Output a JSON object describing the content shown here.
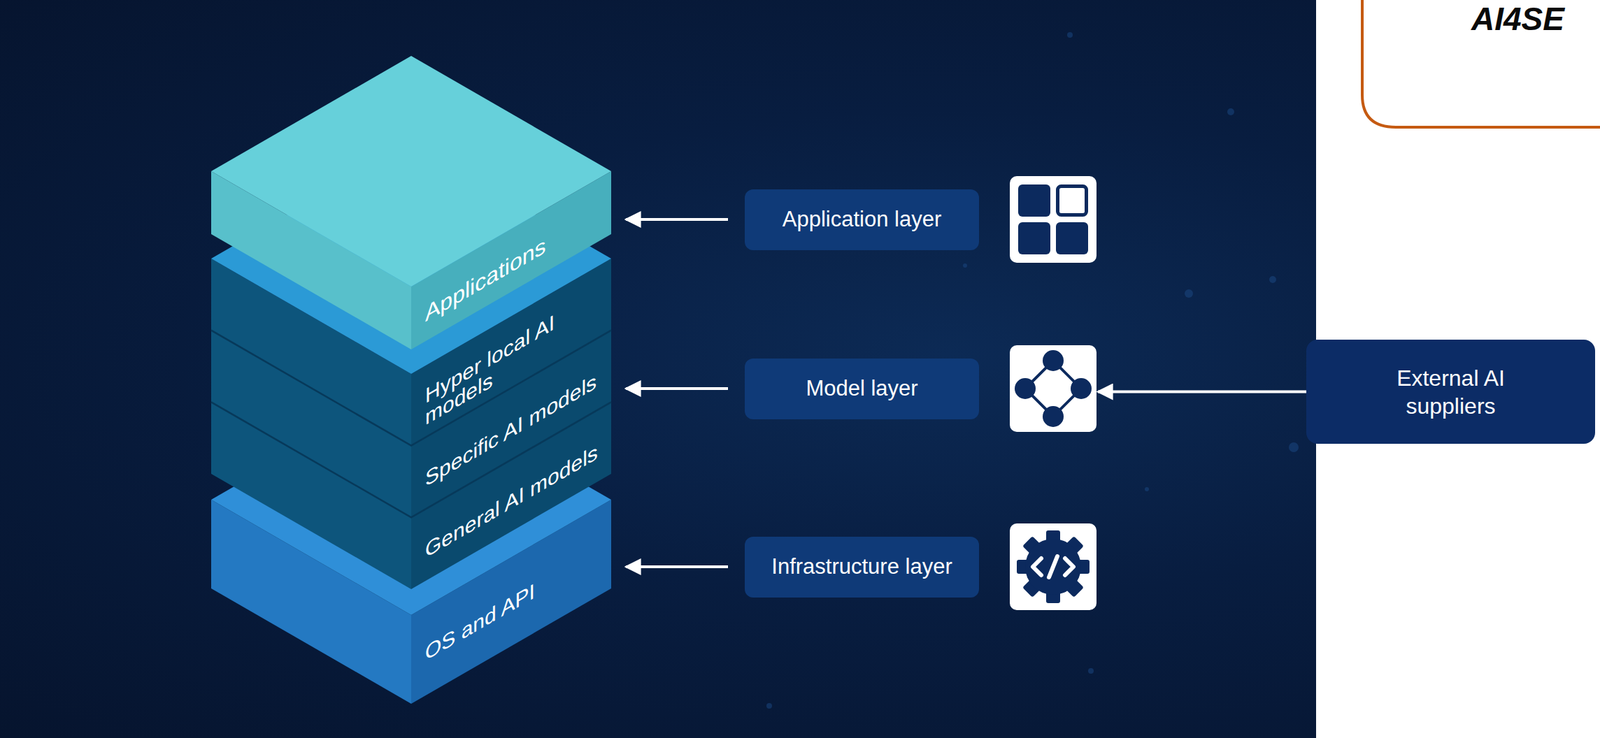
{
  "diagram": {
    "nodes": [
      {
        "text": [
          "Applications"
        ]
      },
      {
        "text": [
          "Hyper local AI models"
        ]
      },
      {
        "text": [
          "Specific AI models"
        ]
      },
      {
        "text": [
          "General AI models"
        ]
      },
      {
        "text": [
          "OS and API"
        ]
      },
      {
        "text": [
          "Application layer"
        ]
      },
      {
        "text": [
          "Model layer"
        ]
      },
      {
        "text": [
          "Infrastructure layer"
        ]
      },
      {
        "text": [
          "External AI suppliers"
        ]
      }
    ],
    "edges": [
      {
        "from": 5,
        "to": 0,
        "arrow": "to"
      },
      {
        "from": 6,
        "to": 2,
        "arrow": "to"
      },
      {
        "from": 7,
        "to": 4,
        "arrow": "to"
      },
      {
        "from": 8,
        "to": 6,
        "arrow": "to"
      }
    ],
    "labels": [
      "AI4SE"
    ]
  }
}
